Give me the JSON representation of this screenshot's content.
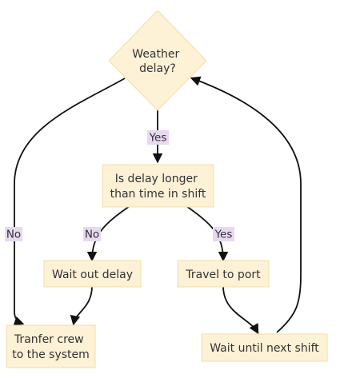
{
  "nodes": {
    "weather_delay": {
      "lines": [
        "Weather",
        "delay?"
      ]
    },
    "delay_longer": {
      "lines": [
        "Is delay longer",
        "than time in shift"
      ]
    },
    "wait_out_delay": {
      "lines": [
        "Wait out delay"
      ]
    },
    "travel_to_port": {
      "lines": [
        "Travel to port"
      ]
    },
    "transfer_crew": {
      "lines": [
        "Tranfer crew",
        "to the system"
      ]
    },
    "wait_next_shift": {
      "lines": [
        "Wait until next shift"
      ]
    }
  },
  "edges": {
    "weather_yes": "Yes",
    "weather_no": "No",
    "delay_no": "No",
    "delay_yes": "Yes"
  },
  "colors": {
    "node_fill": "#fdf1d6",
    "node_stroke": "#f0dfa8",
    "label_bg": "#e8d8f0",
    "edge": "#111111",
    "text": "#333333"
  }
}
